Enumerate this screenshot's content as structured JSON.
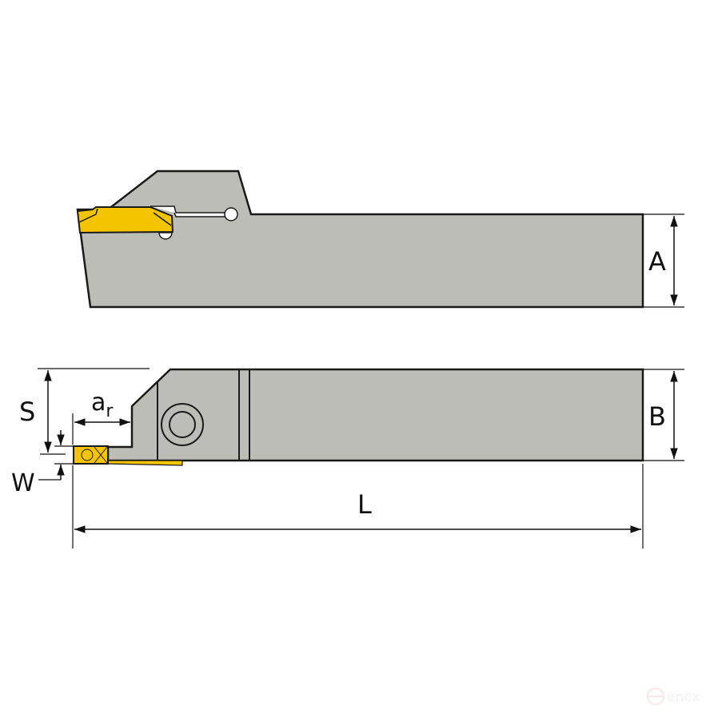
{
  "labels": {
    "A": "A",
    "B": "B",
    "L": "L",
    "S": "S",
    "ar_main": "a",
    "ar_sub": "r",
    "W": "W"
  },
  "watermark": "enex",
  "colors": {
    "body": "#bcbdb6",
    "insert": "#f5c400",
    "outline": "#1a1a1a",
    "background": "#ffffff"
  }
}
